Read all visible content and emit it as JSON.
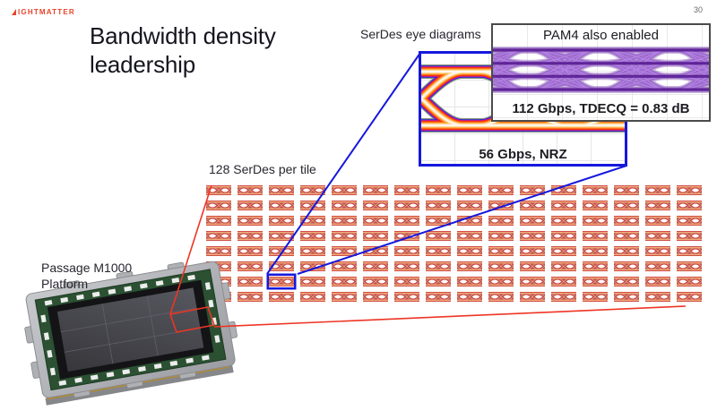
{
  "slide": {
    "page_number": "30",
    "title": "Bandwidth density leadership"
  },
  "logo": {
    "brand": "IGHTMATTER"
  },
  "labels": {
    "serdes_eye_diagrams": "SerDes eye diagrams",
    "serdes_per_tile": "128 SerDes per tile",
    "platform": "Passage M1000 Platform"
  },
  "insets": {
    "nrz": {
      "caption": "56 Gbps, NRZ"
    },
    "pam4": {
      "title": "PAM4 also enabled",
      "caption": "112 Gbps, TDECQ = 0.83 dB"
    }
  },
  "serdes_grid": {
    "rows": 8,
    "cols": 16,
    "total": 128,
    "highlight": {
      "row": 7,
      "col": 3
    }
  },
  "colors": {
    "callout_blue": "#1518dd",
    "callout_red": "#ee3524",
    "logo": "#e8432a"
  }
}
